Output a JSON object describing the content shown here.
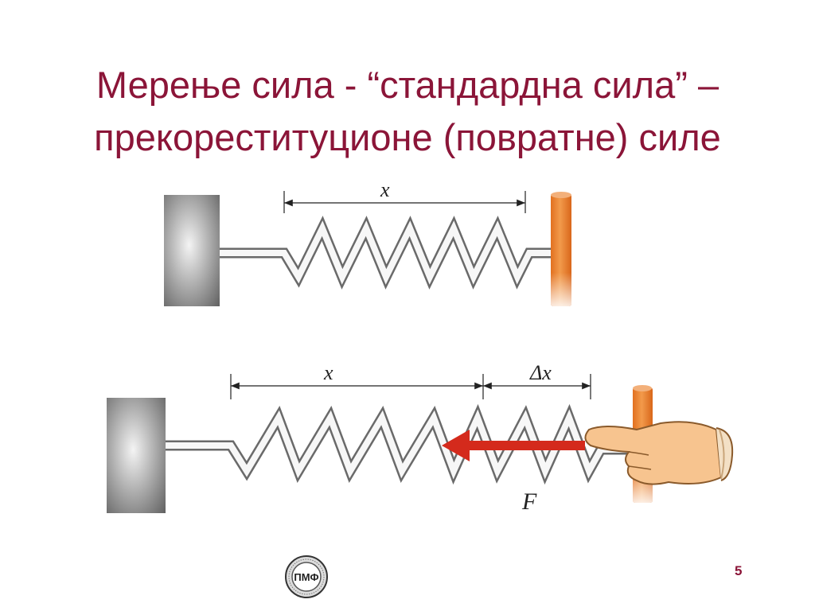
{
  "slide": {
    "title_line1": "Мерење сила - “стандардна сила” –",
    "title_line2": "прекореституционе (повратне) силе",
    "page_number": "5"
  },
  "diagram": {
    "top": {
      "extension_label": "x"
    },
    "bottom": {
      "extension_label": "x",
      "delta_label": "Δx",
      "force_label": "F"
    }
  },
  "logo": {
    "text": "ПМФ"
  },
  "colors": {
    "title": "#8b1538",
    "force_arrow": "#d42a1c",
    "rod": "#e77f2e",
    "wall": "#8a8a8a",
    "hand": "#f7c48f"
  }
}
